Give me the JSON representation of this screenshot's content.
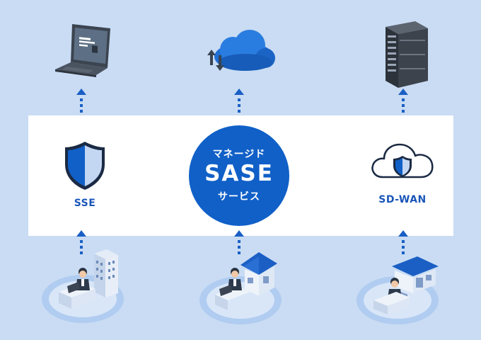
{
  "diagram": {
    "center": {
      "top_text": "マネージド",
      "main_text": "SASE",
      "bottom_text": "サービス"
    },
    "left_label": "SSE",
    "right_label": "SD-WAN"
  },
  "colors": {
    "background": "#c9dcf4",
    "band": "#ffffff",
    "accent": "#1060c8",
    "label": "#1a56b8",
    "arrow": "#1a5fc4"
  },
  "icons": {
    "top": [
      "laptop-icon",
      "cloud-internet-icon",
      "server-rack-icon"
    ],
    "middle": [
      "shield-icon",
      "cloud-shield-icon"
    ],
    "bottom": [
      "office-worker-icon",
      "home-worker-icon",
      "branch-store-worker-icon"
    ]
  }
}
